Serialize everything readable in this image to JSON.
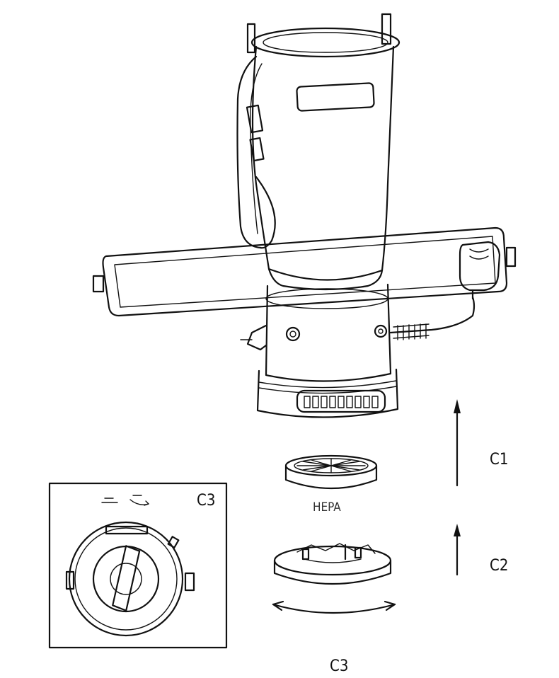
{
  "labels": {
    "step_c1": "C1",
    "step_c2": "C2",
    "step_c3": "C3",
    "inset_label": "C3",
    "hepa": "HEPA"
  }
}
